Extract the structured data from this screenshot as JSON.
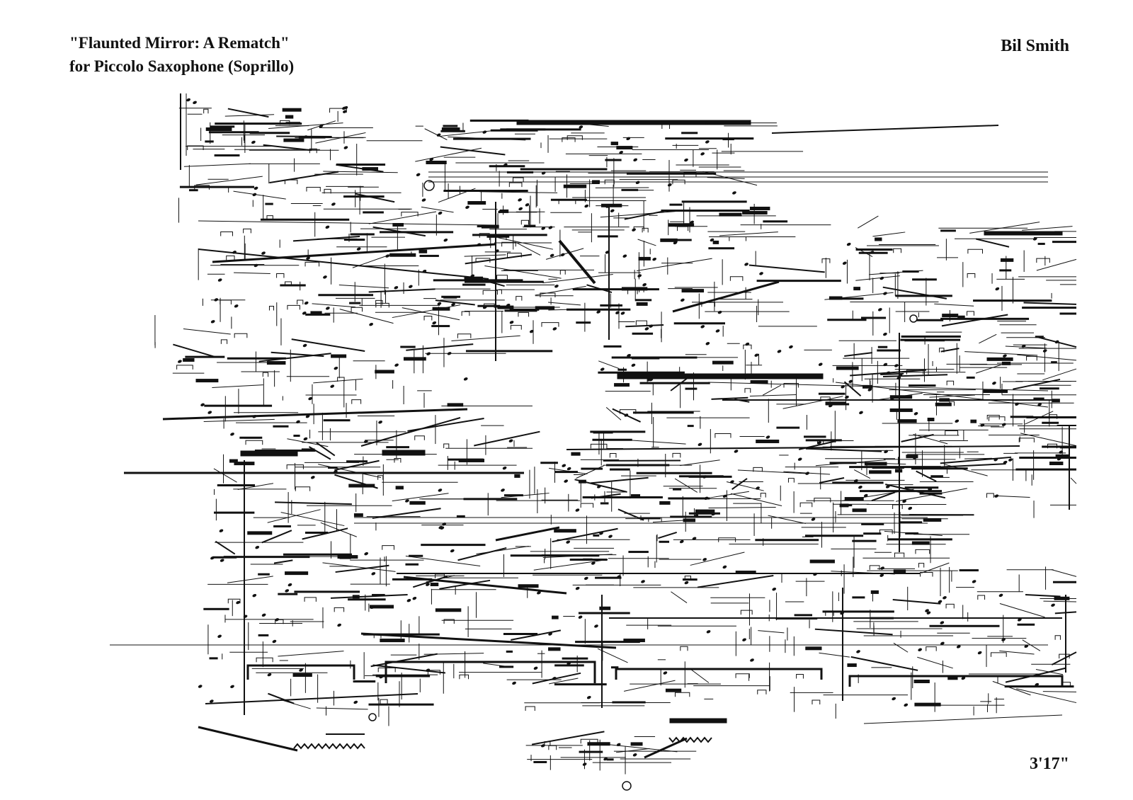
{
  "header": {
    "title_line1": "\"Flaunted Mirror: A Rematch\"",
    "title_line2": "for Piccolo Saxophone (Soprillo)",
    "composer": "Bil Smith"
  },
  "footer": {
    "duration": "3'17\""
  },
  "colors": {
    "ink": "#111111",
    "paper": "#ffffff"
  }
}
